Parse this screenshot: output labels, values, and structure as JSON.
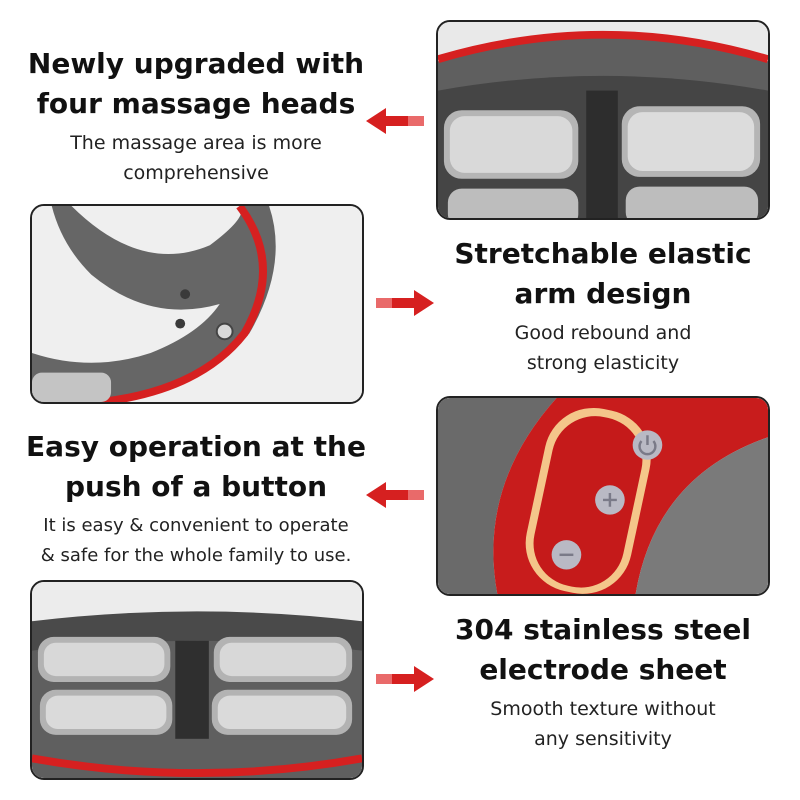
{
  "features": [
    {
      "title_line1": "Newly upgraded with",
      "title_line2": "four massage heads",
      "sub_line1": "The massage area is more",
      "sub_line2": "comprehensive"
    },
    {
      "title_line1": "Stretchable elastic",
      "title_line2": "arm design",
      "sub_line1": "Good rebound and",
      "sub_line2": "strong elasticity"
    },
    {
      "title_line1": "Easy operation at the",
      "title_line2": "push of a button",
      "sub_line1": "It is easy & convenient to operate",
      "sub_line2": "& safe for the whole family to use."
    },
    {
      "title_line1": "304 stainless steel",
      "title_line2": "electrode sheet",
      "sub_line1": "Smooth texture without",
      "sub_line2": "any sensitivity"
    }
  ],
  "colors": {
    "accent_red": "#d62020",
    "device_gray": "#6e6e6e",
    "steel": "#c9c9c9",
    "border": "#222222"
  },
  "icons": [
    "arrow-left-icon",
    "arrow-right-icon",
    "power-icon",
    "plus-icon",
    "minus-icon"
  ]
}
